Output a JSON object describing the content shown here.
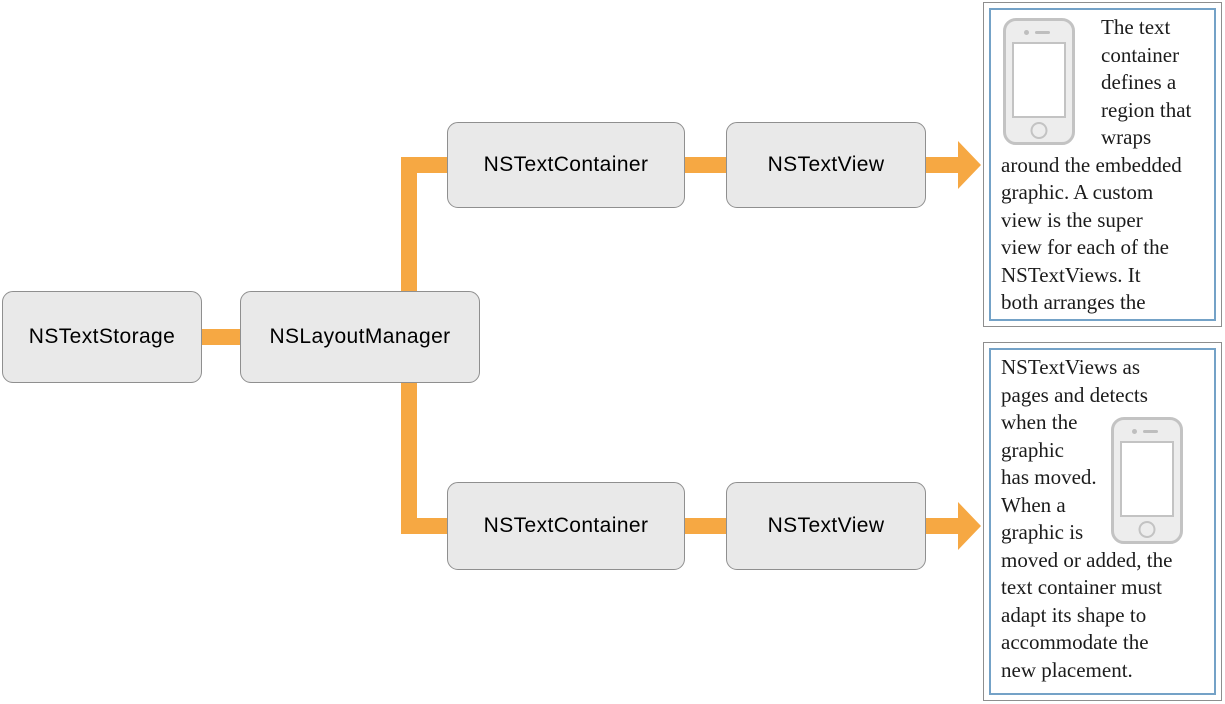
{
  "nodes": {
    "storage": {
      "label": "NSTextStorage"
    },
    "manager": {
      "label": "NSLayoutManager"
    },
    "container_top": {
      "label": "NSTextContainer"
    },
    "view_top": {
      "label": "NSTextView"
    },
    "container_bottom": {
      "label": "NSTextContainer"
    },
    "view_bottom": {
      "label": "NSTextView"
    }
  },
  "panels": {
    "top": {
      "icon": "iphone-icon",
      "lines_beside_icon": [
        "The text",
        "container",
        "defines a",
        "region that",
        "wraps"
      ],
      "lines_full": [
        "around the embedded",
        "graphic. A custom",
        "view is the super",
        "view for each of the",
        "NSTextViews. It",
        "both arranges the"
      ]
    },
    "bottom": {
      "icon": "iphone-icon",
      "lines_full_top": [
        "NSTextViews as",
        "pages and detects"
      ],
      "lines_beside_icon": [
        "when the",
        "graphic",
        "has moved.",
        "When a",
        "graphic is"
      ],
      "lines_full_bottom": [
        "moved or added, the",
        "text container must",
        "adapt its shape to",
        "accommodate the",
        "new placement."
      ]
    }
  },
  "colors": {
    "connector": "#F6A843",
    "node_fill": "#E9E9E9",
    "node_border": "#8F8F8F",
    "panel_outer_border": "#8E8E8E",
    "panel_inner_border": "#74A2C7",
    "phone_line": "#C3C3C3",
    "phone_fill": "#EDEDED",
    "text": "#1B1B1B"
  }
}
